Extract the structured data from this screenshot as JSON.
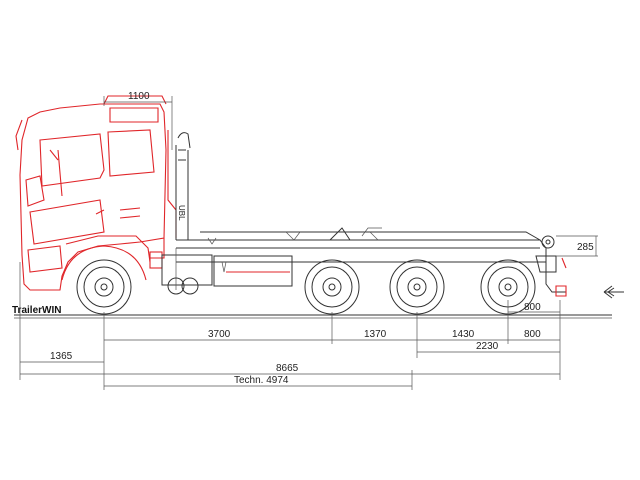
{
  "brand": {
    "logo_text": "TrailerWIN"
  },
  "dimensions": {
    "cab_top": "1100",
    "rear_height": "285",
    "wheelbase": "3700",
    "axle_spacing_1": "1370",
    "axle_spacing_2": "1430",
    "rear_overhang_upper": "800",
    "rear_overhang_lower": "800",
    "rear_bogie": "2230",
    "front_overhang": "1365",
    "total_length": "8665",
    "technical_wheelbase": "Techn. 4974"
  },
  "colors": {
    "cab": "#e0262a",
    "chassis": "#333333"
  },
  "icons": {
    "direction": "double-arrow-left-icon"
  }
}
